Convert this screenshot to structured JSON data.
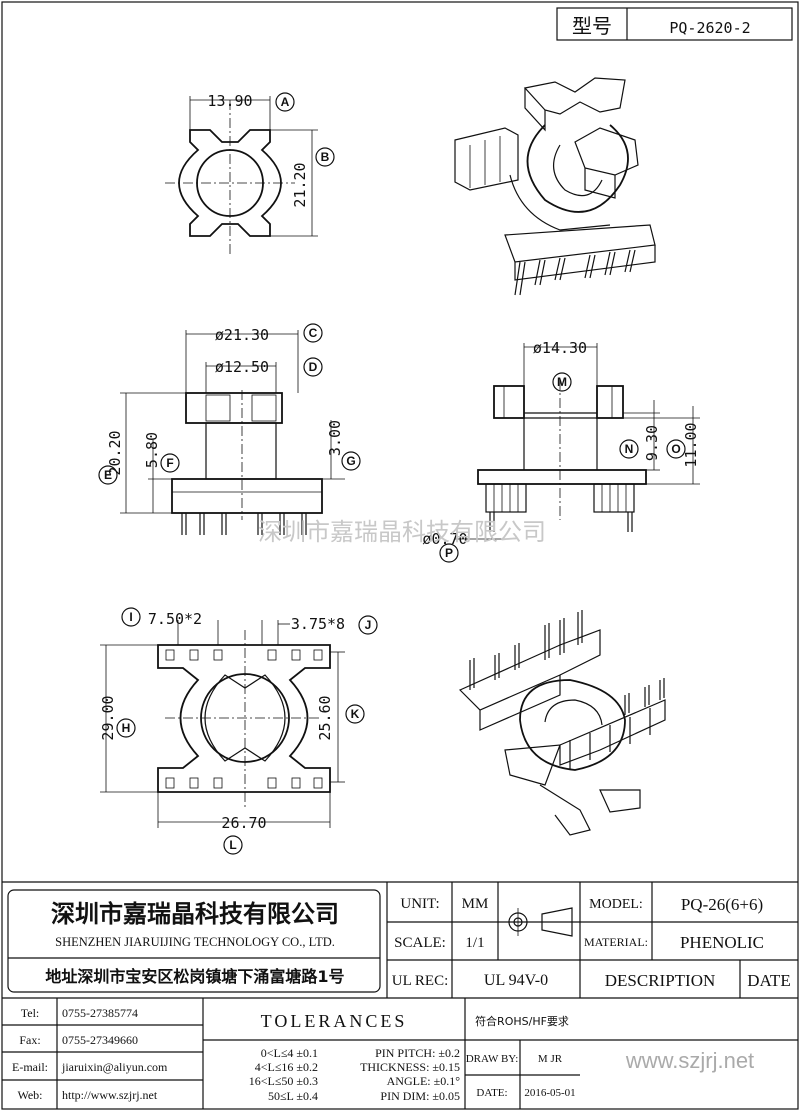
{
  "header": {
    "model_label": "型号",
    "model_value": "PQ-2620-2"
  },
  "dimensions": {
    "top_width": "13.90",
    "top_height": "21.20",
    "side_outer_dia": "ø21.30",
    "side_inner_dia": "ø12.50",
    "side_total_height": "20.20",
    "side_body_height": "5.80",
    "side_pin_height": "3.00",
    "front_dia": "ø14.30",
    "front_inner_height": "9.30",
    "front_total_height": "11.00",
    "pin_dia": "ø0.70",
    "pitch_large": "7.50*2",
    "pitch_small": "3.75*8",
    "bottom_height": "29.00",
    "bottom_inner_height": "25.60",
    "bottom_width": "26.70"
  },
  "markers": [
    "A",
    "B",
    "C",
    "D",
    "E",
    "F",
    "G",
    "M",
    "N",
    "O",
    "P",
    "I",
    "J",
    "H",
    "K",
    "L"
  ],
  "watermark": "深圳市嘉瑞晶科技有限公司",
  "company": {
    "name_cn": "深圳市嘉瑞晶科技有限公司",
    "name_en": "SHENZHEN JIARUIJING TECHNOLOGY CO., LTD.",
    "address": "地址深圳市宝安区松岗镇塘下涌富塘路1号"
  },
  "title_block": {
    "unit_label": "UNIT:",
    "unit_value": "MM",
    "scale_label": "SCALE:",
    "scale_value": "1/1",
    "ul_label": "UL REC:",
    "ul_value": "UL 94V-0",
    "model_label": "MODEL:",
    "model_value": "PQ-26(6+6)",
    "material_label": "MATERIAL:",
    "material_value": "PHENOLIC",
    "description_label": "DESCRIPTION",
    "date_label": "DATE",
    "rohs": "符合ROHS/HF要求",
    "draw_by_label": "DRAW BY:",
    "draw_by_value": "M JR",
    "date_field_label": "DATE:",
    "date_value": "2016-05-01",
    "website_big": "www.szjrj.net"
  },
  "contact": {
    "tel_label": "Tel:",
    "tel": "0755-27385774",
    "fax_label": "Fax:",
    "fax": "0755-27349660",
    "email_label": "E-mail:",
    "email": "jiaruixin@aliyun.com",
    "web_label": "Web:",
    "web": "http://www.szjrj.net"
  },
  "tolerances": {
    "title": "TOLERANCES",
    "ranges": [
      "0<L≤4 ±0.1",
      "4<L≤16 ±0.2",
      "16<L≤50 ±0.3",
      "50≤L ±0.4"
    ],
    "specs": [
      "PIN PITCH: ±0.2",
      "THICKNESS: ±0.15",
      "ANGLE: ±0.1°",
      "PIN DIM: ±0.05"
    ]
  }
}
